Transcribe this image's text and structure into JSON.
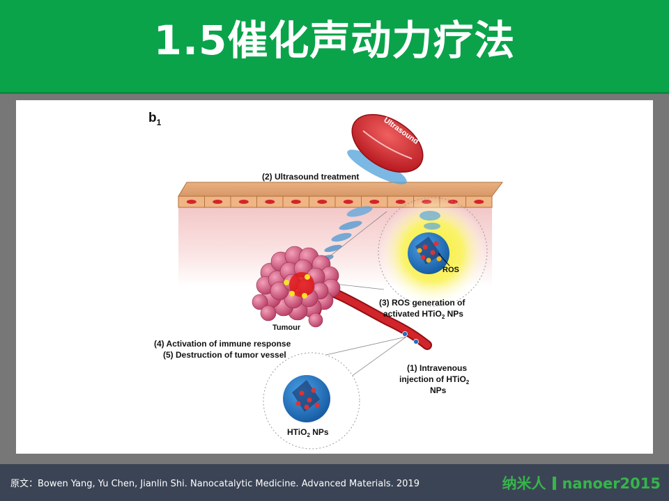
{
  "header": {
    "title": "1.5催化声动力疗法"
  },
  "figure": {
    "panel_label": "b",
    "panel_label_sub": "1",
    "ultrasound_label": "Ultrasound",
    "step2": "(2) Ultrasound treatment",
    "ros_label": "ROS",
    "step3_line1": "(3) ROS generation of",
    "step3_line2_pre": "activated HTiO",
    "step3_line2_sub": "2",
    "step3_line2_post": " NPs",
    "tumour_label": "Tumour",
    "step4": "(4) Activation of immune response",
    "step5": "(5) Destruction of tumor vessel",
    "step1_line1": "(1) Intravenous",
    "step1_line2_pre": "injection of HTiO",
    "step1_line2_sub": "2",
    "step1_line3": "NPs",
    "np_label_pre": "HTiO",
    "np_label_sub": "2",
    "np_label_post": " NPs"
  },
  "footer": {
    "source": "原文：Bowen Yang, Yu Chen, Jianlin Shi. Nanocatalytic Medicine. Advanced Materials. 2019",
    "brand_cn": "纳米人",
    "brand_en": "nanoer2015"
  },
  "colors": {
    "header_green": "#0aa34a",
    "footer_bg": "#3b4455",
    "brand_green": "#35b54a",
    "vessel_red": "#c0161d",
    "np_blue": "#1f6fc0"
  }
}
